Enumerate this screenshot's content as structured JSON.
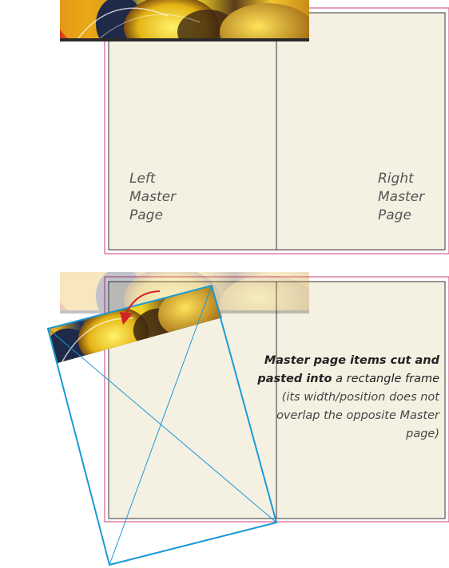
{
  "top_spread": {
    "left_page_label": [
      "Left",
      "Master",
      "Page"
    ],
    "right_page_label": [
      "Right",
      "Master",
      "Page"
    ]
  },
  "bottom_spread": {
    "annotation": {
      "line1_bold": "Master page items cut and",
      "line2_bold": "pasted into",
      "line2_rest": " a rectangle frame",
      "line3": "(its width/position does not",
      "line4": "overlap the opposite Master",
      "line5": "page)"
    }
  },
  "colors": {
    "page_fill": "#f4f1e3",
    "bleed_line": "#d23c7c",
    "margin_line": "#333333",
    "frame_stroke": "#1b9ad6",
    "arrow": "#d41f26"
  }
}
